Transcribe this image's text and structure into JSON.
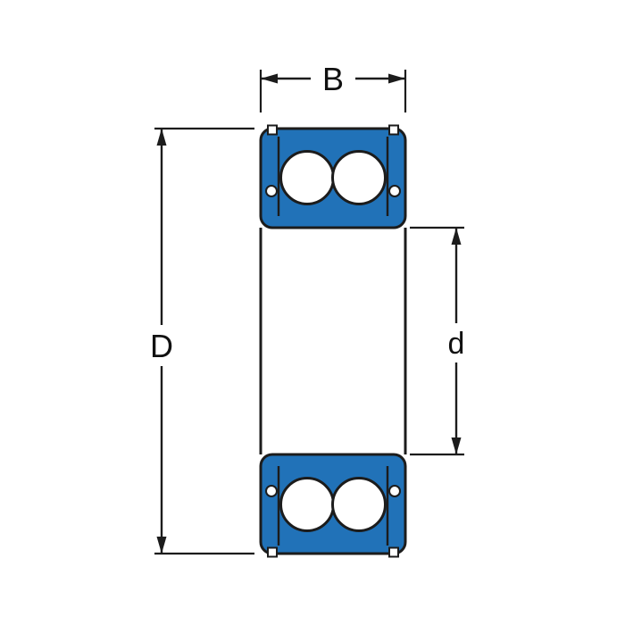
{
  "figure": {
    "labels": {
      "width": "B",
      "outer_diameter": "D",
      "bore_diameter": "d"
    },
    "colors": {
      "ring_fill": "#2172b8",
      "line": "#1c1c1c",
      "background": "#ffffff"
    }
  }
}
